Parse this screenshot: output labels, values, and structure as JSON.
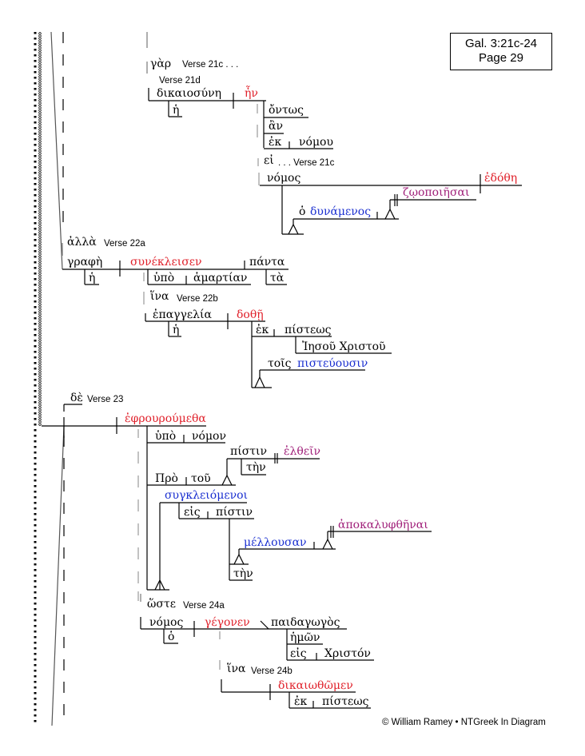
{
  "header": {
    "reference": "Gal. 3:21c-24",
    "page": "Page 29"
  },
  "footer": {
    "copyright": "© William Ramey • NTGreek In Diagram"
  },
  "colors": {
    "verb": "#e0202a",
    "participle": "#1a2fd0",
    "infinitive": "#a0207a",
    "line": "#000000"
  },
  "words": {
    "gar": "γὰρ",
    "v21c_top": "Verse 21c . . .",
    "v21d": "Verse 21d",
    "dikaiosyne": "δικαιοσύνη",
    "he1": "ἡ",
    "en": "ἦν",
    "ontos": "ὄντως",
    "an": "ἂν",
    "ek1": "ἐκ",
    "nomou": "νόμου",
    "ei": "εἰ",
    "v21c_mid": ". . . Verse 21c",
    "nomos1": "νόμος",
    "edothe": "ἐδόθη",
    "ho1": "ὁ",
    "dynamenos": "δυνάμενος",
    "zoopoiesai": "ζῳοποιῆσαι",
    "alla": "ἀλλὰ",
    "v22a": "Verse 22a",
    "graphe": "γραφὴ",
    "he2": "ἡ",
    "synekleisen": "συνέκλεισεν",
    "panta": "πάντα",
    "hypo1": "ὑπὸ",
    "hamartian": "ἁμαρτίαν",
    "ta": "τὰ",
    "hina1": "ἵνα",
    "v22b": "Verse 22b",
    "epangelia": "ἐπαγγελία",
    "he3": "ἡ",
    "dothe": "δοθῇ",
    "ek2": "ἐκ",
    "pisteos1": "πίστεως",
    "iesou": "Ἰησοῦ Χριστοῦ",
    "tois": "τοῖς",
    "pisteuousin": "πιστεύουσιν",
    "de": "δὲ",
    "v23": "Verse 23",
    "ephrouroumetha": "ἐφρουρούμεθα",
    "hypo2": "ὑπὸ",
    "nomon": "νόμον",
    "pistin1": "πίστιν",
    "elthein": "ἐλθεῖν",
    "ten1": "τὴν",
    "pro": "Πρὸ",
    "tou": "τοῦ",
    "synkleiomenoi": "συγκλειόμενοι",
    "eis1": "εἰς",
    "pistin2": "πίστιν",
    "apokalyphthenai": "ἀποκαλυφθῆναι",
    "mellousan": "μέλλουσαν",
    "ten2": "τὴν",
    "hoste": "ὥστε",
    "v24a": "Verse 24a",
    "nomos2": "νόμος",
    "ho2": "ὁ",
    "gegonen": "γέγονεν",
    "paidagogos": "παιδαγωγὸς",
    "hemon": "ἡμῶν",
    "eis2": "εἰς",
    "christon": "Χριστόν",
    "hina2": "ἵνα",
    "v24b": "Verse 24b",
    "dikaiothomen": "δικαιωθῶμεν",
    "ek3": "ἐκ",
    "pisteos2": "πίστεως"
  }
}
